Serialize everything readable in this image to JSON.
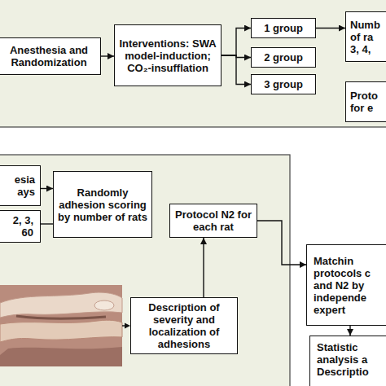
{
  "diagram": {
    "nodes": [
      {
        "text": [
          "Anesthesia and Randomization"
        ]
      },
      {
        "text": [
          "Interventions: SWA model-induction; CO₂-insufflation"
        ]
      },
      {
        "text": [
          "1 group"
        ]
      },
      {
        "text": [
          "2 group"
        ]
      },
      {
        "text": [
          "3 group"
        ]
      },
      {
        "text": [
          "Numb of ra 3, 4,"
        ]
      },
      {
        "text": [
          "Proto for e"
        ]
      },
      {
        "text": [
          "esia ays"
        ]
      },
      {
        "text": [
          "2, 3, 60"
        ]
      },
      {
        "text": [
          "Randomly adhesion scoring by number of rats"
        ]
      },
      {
        "text": [
          "Protocol N2 for each rat"
        ]
      },
      {
        "text": [
          "Description of severity and localization of adhesions"
        ]
      },
      {
        "text": [
          "Matchin protocols c and N2 by independe expert"
        ]
      },
      {
        "text": [
          "Statistic analysis a Descriptio"
        ]
      }
    ],
    "edges": [
      {
        "from": 0,
        "to": 1,
        "arrow": "to"
      },
      {
        "from": 1,
        "to": 2,
        "arrow": "to"
      },
      {
        "from": 1,
        "to": 3,
        "arrow": "to"
      },
      {
        "from": 1,
        "to": 4,
        "arrow": "to"
      },
      {
        "from": 2,
        "to": 5,
        "arrow": "to"
      },
      {
        "from": 7,
        "to": 9,
        "arrow": "to"
      },
      {
        "from": 8,
        "to": 9,
        "arrow": "none"
      },
      {
        "from": 11,
        "to": 10,
        "arrow": "to"
      },
      {
        "from": 10,
        "to": 12,
        "arrow": "to"
      },
      {
        "from": 12,
        "to": 13,
        "arrow": "to"
      }
    ]
  }
}
